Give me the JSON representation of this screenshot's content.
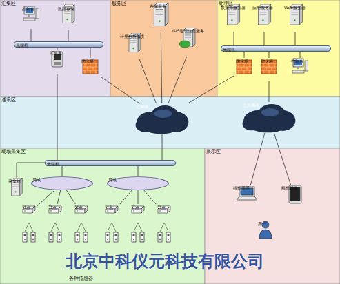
{
  "diagram": {
    "nodes": [
      {
        "text": [
          "汇集区"
        ]
      },
      {
        "text": [
          "服务区"
        ]
      },
      {
        "text": [
          "处理区"
        ]
      },
      {
        "text": [
          "通讯区"
        ]
      },
      {
        "text": [
          "现场采集区"
        ]
      },
      {
        "text": [
          "展示区"
        ]
      },
      {
        "text": [
          "控制台"
        ],
        "in": 0
      },
      {
        "text": [
          "数据存储"
        ],
        "in": 0
      },
      {
        "text": [
          "光端机"
        ],
        "in": 0
      },
      {
        "text": [
          "汇集点"
        ],
        "in": 0
      },
      {
        "text": [
          "防火墙"
        ],
        "in": 0
      },
      {
        "text": [
          "存储服务"
        ],
        "in": 1
      },
      {
        "text": [
          "计量分析服务"
        ],
        "in": 1
      },
      {
        "text": [
          "GIS地理信息服务"
        ],
        "in": 1
      },
      {
        "text": [
          "数据库服务器"
        ],
        "in": 2
      },
      {
        "text": [
          "应用服务器"
        ],
        "in": 2
      },
      {
        "text": [
          "Web服务器"
        ],
        "in": 2
      },
      {
        "text": [
          "光端机"
        ],
        "in": 2
      },
      {
        "text": [
          "防火墙"
        ],
        "in": 2
      },
      {
        "text": [
          "防火墙"
        ],
        "in": 2
      },
      {
        "text": [
          "控制台"
        ],
        "in": 2
      },
      {
        "text": [
          "公网络"
        ],
        "in": 3
      },
      {
        "text": [
          "公共网络"
        ],
        "in": 3
      },
      {
        "text": [
          "光端机"
        ],
        "in": 4
      },
      {
        "text": [
          "采集站"
        ],
        "in": 4
      },
      {
        "text": [
          "局域"
        ],
        "in": 4
      },
      {
        "text": [
          "局域"
        ],
        "in": 4
      },
      {
        "text": [
          "节点"
        ],
        "in": 4
      },
      {
        "text": [
          "节点"
        ],
        "in": 4
      },
      {
        "text": [
          "节点"
        ],
        "in": 4
      },
      {
        "text": [
          "节点"
        ],
        "in": 4
      },
      {
        "text": [
          "节点"
        ],
        "in": 4
      },
      {
        "text": [
          "节点"
        ],
        "in": 4
      },
      {
        "text": [
          "移动显示"
        ],
        "in": 5
      },
      {
        "text": [
          "移动设备"
        ],
        "in": 5
      },
      {
        "text": [
          "用户"
        ],
        "in": 5
      }
    ],
    "edges": [
      {
        "from": 6,
        "to": 8,
        "arrow": "none"
      },
      {
        "from": 7,
        "to": 8,
        "arrow": "none"
      },
      {
        "from": 8,
        "to": 9,
        "arrow": "none"
      },
      {
        "from": 10,
        "to": 8,
        "arrow": "none"
      },
      {
        "from": 9,
        "to": 23,
        "arrow": "none"
      },
      {
        "from": 10,
        "to": 21,
        "arrow": "none"
      },
      {
        "from": 11,
        "to": 21,
        "arrow": "none"
      },
      {
        "from": 12,
        "to": 21,
        "arrow": "none"
      },
      {
        "from": 13,
        "to": 21,
        "arrow": "none"
      },
      {
        "from": 14,
        "to": 17,
        "arrow": "none"
      },
      {
        "from": 15,
        "to": 17,
        "arrow": "none"
      },
      {
        "from": 16,
        "to": 17,
        "arrow": "none"
      },
      {
        "from": 18,
        "to": 17,
        "arrow": "none"
      },
      {
        "from": 19,
        "to": 17,
        "arrow": "none"
      },
      {
        "from": 20,
        "to": 17,
        "arrow": "none"
      },
      {
        "from": 18,
        "to": 21,
        "arrow": "none"
      },
      {
        "from": 19,
        "to": 22,
        "arrow": "none"
      },
      {
        "from": 23,
        "to": 21,
        "arrow": "none"
      },
      {
        "from": 24,
        "to": 23,
        "arrow": "none"
      },
      {
        "from": 25,
        "to": 23,
        "arrow": "none"
      },
      {
        "from": 26,
        "to": 23,
        "arrow": "none"
      },
      {
        "from": 25,
        "to": 27,
        "arrow": "none"
      },
      {
        "from": 25,
        "to": 28,
        "arrow": "none"
      },
      {
        "from": 25,
        "to": 29,
        "arrow": "none"
      },
      {
        "from": 26,
        "to": 30,
        "arrow": "none"
      },
      {
        "from": 26,
        "to": 31,
        "arrow": "none"
      },
      {
        "from": 26,
        "to": 32,
        "arrow": "none"
      },
      {
        "from": 22,
        "to": 33,
        "arrow": "none"
      },
      {
        "from": 22,
        "to": 34,
        "arrow": "none"
      }
    ],
    "labels": [
      "各种传感器",
      "北京中科仪元科技有限公司"
    ]
  }
}
